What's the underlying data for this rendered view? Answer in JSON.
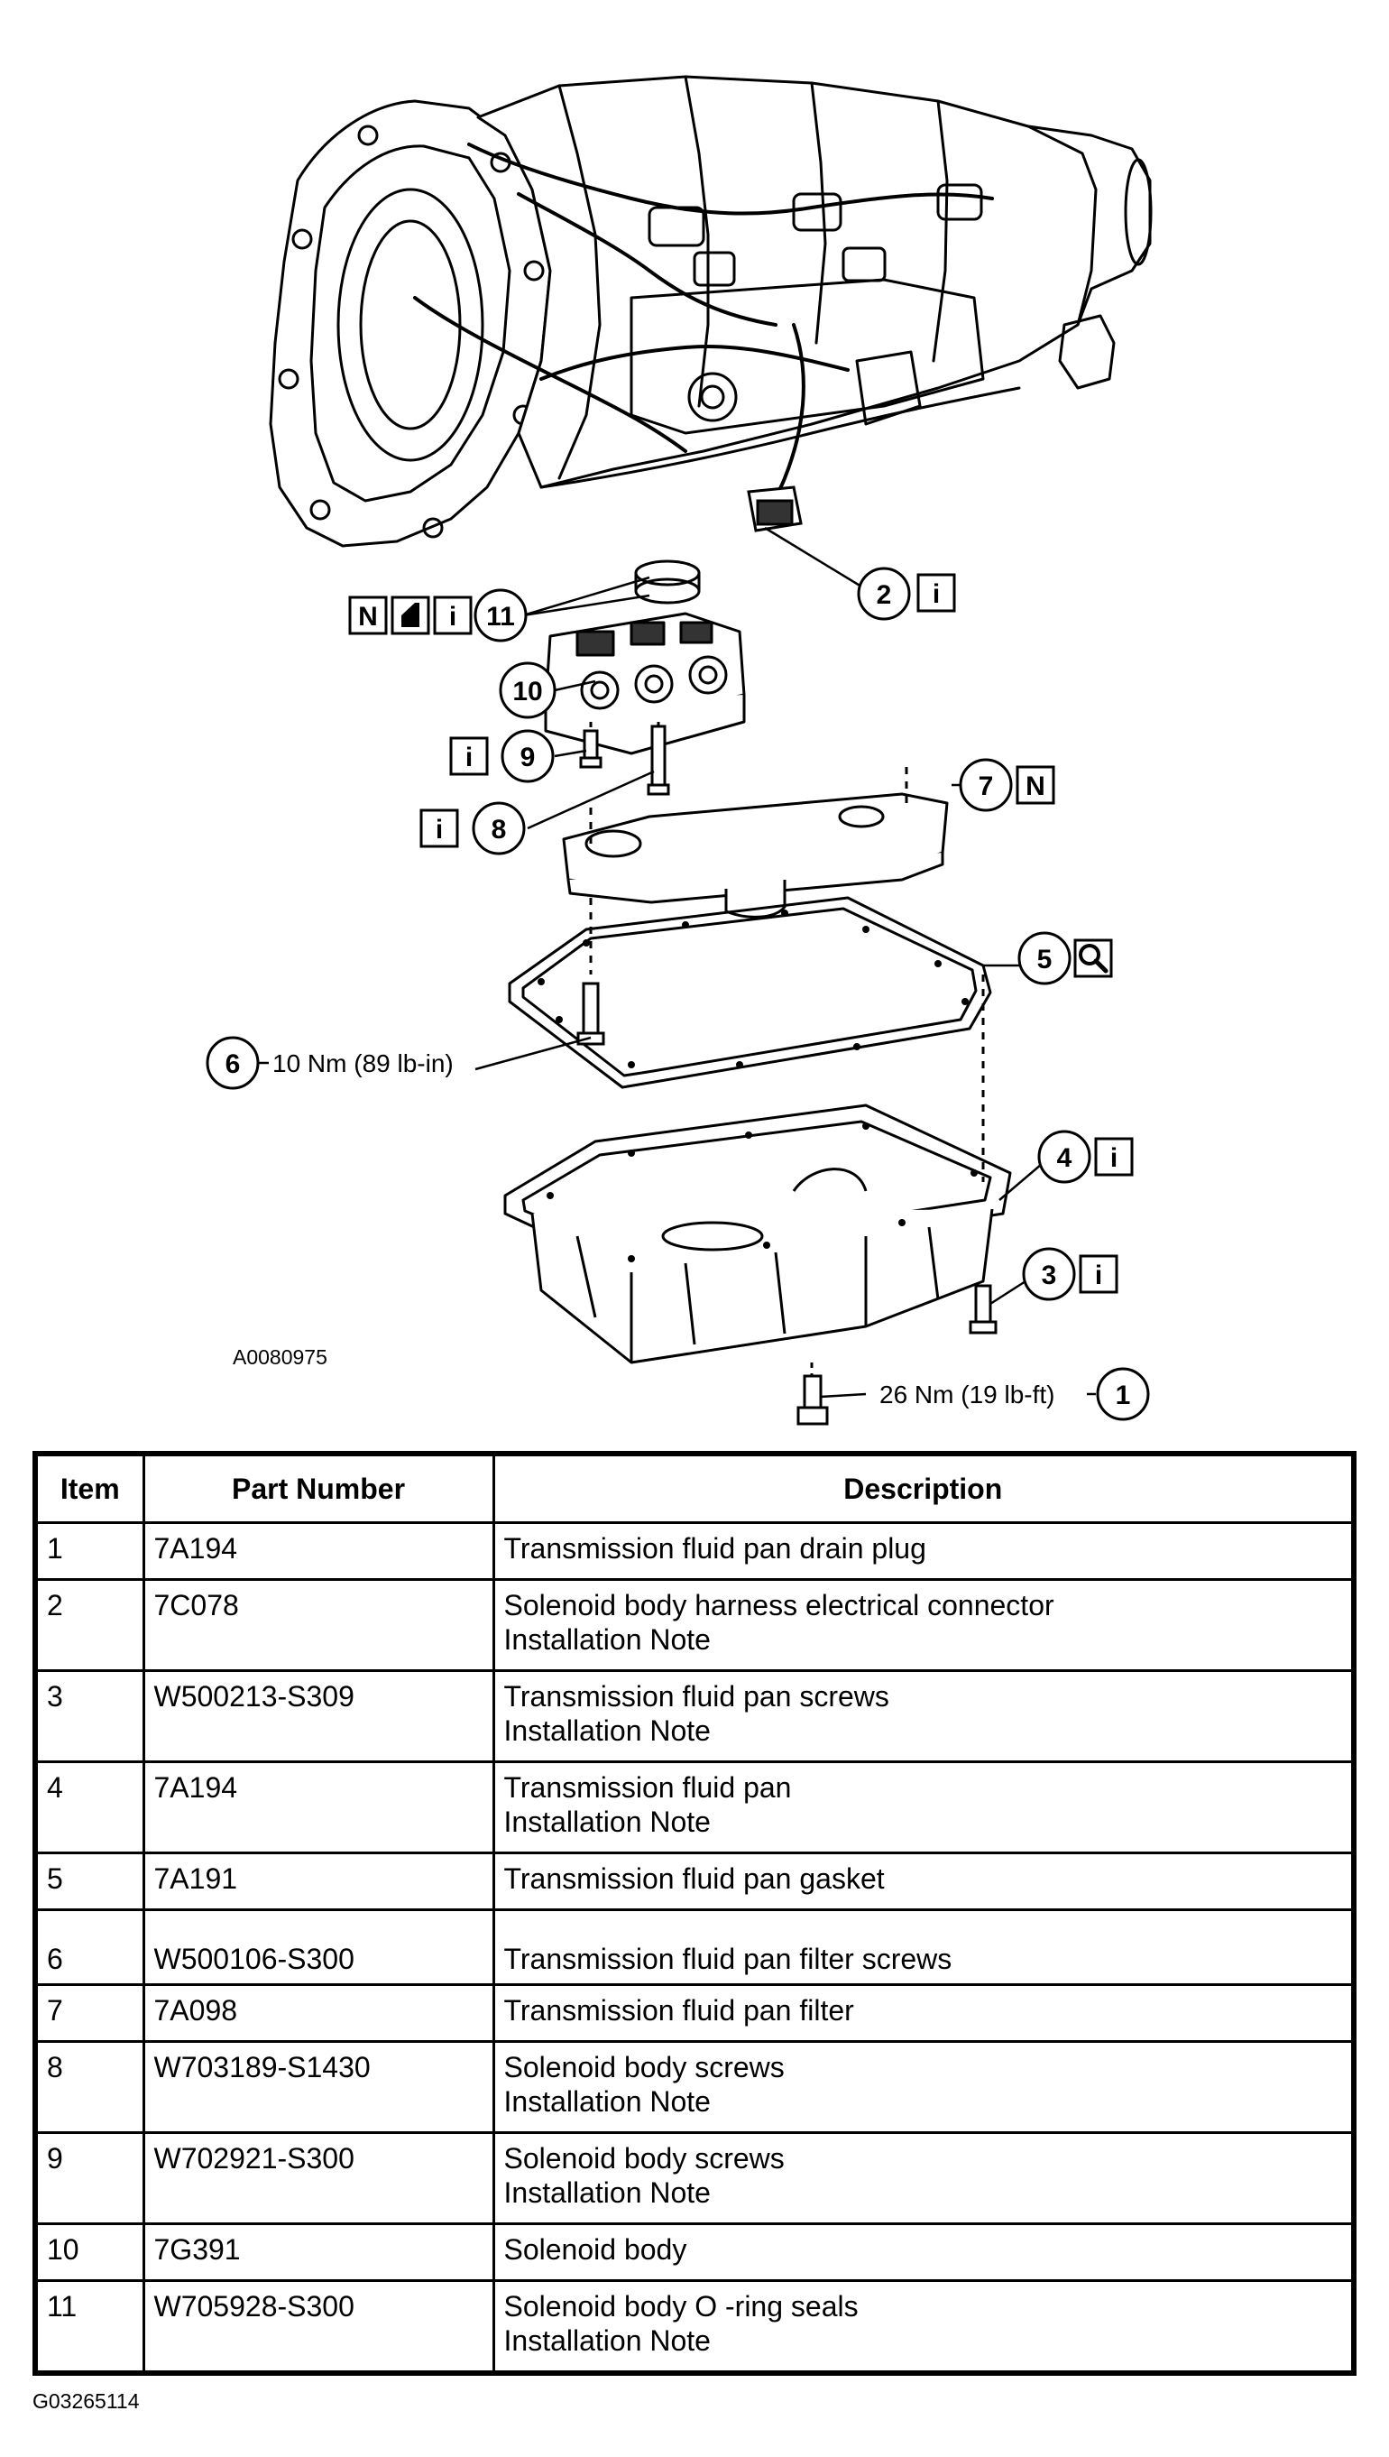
{
  "diagram": {
    "figure_code": "A0080975",
    "callouts": [
      {
        "num": "1",
        "torque": "26 Nm (19 lb-ft)",
        "icons": []
      },
      {
        "num": "2",
        "torque": "",
        "icons": [
          "i"
        ]
      },
      {
        "num": "3",
        "torque": "",
        "icons": [
          "i"
        ]
      },
      {
        "num": "4",
        "torque": "",
        "icons": [
          "i"
        ]
      },
      {
        "num": "5",
        "torque": "",
        "icons": [
          "magnifier"
        ]
      },
      {
        "num": "6",
        "torque": "10 Nm (89 lb-in)",
        "icons": []
      },
      {
        "num": "7",
        "torque": "",
        "icons": [
          "N"
        ]
      },
      {
        "num": "8",
        "torque": "",
        "icons": [
          "i"
        ]
      },
      {
        "num": "9",
        "torque": "",
        "icons": [
          "i"
        ]
      },
      {
        "num": "10",
        "torque": "",
        "icons": []
      },
      {
        "num": "11",
        "torque": "",
        "icons": [
          "N",
          "lubricant",
          "i"
        ]
      }
    ],
    "icon_labels": {
      "N": "N",
      "i": "i"
    }
  },
  "table": {
    "headers": [
      "Item",
      "Part Number",
      "Description"
    ],
    "rows": [
      {
        "item": "1",
        "part": "7A194",
        "desc": [
          "Transmission fluid pan drain plug"
        ]
      },
      {
        "item": "2",
        "part": "7C078",
        "desc": [
          "Solenoid body harness electrical connector",
          "Installation Note"
        ]
      },
      {
        "item": "3",
        "part": "W500213-S309",
        "desc": [
          "Transmission fluid pan screws",
          "Installation Note"
        ]
      },
      {
        "item": "4",
        "part": "7A194",
        "desc": [
          "Transmission fluid pan",
          "Installation Note"
        ]
      },
      {
        "item": "5",
        "part": "7A191",
        "desc": [
          "Transmission fluid pan gasket"
        ]
      },
      {
        "item": "6",
        "part": "W500106-S300",
        "desc": [
          "Transmission fluid pan filter screws"
        ]
      },
      {
        "item": "7",
        "part": "7A098",
        "desc": [
          "Transmission fluid pan filter"
        ]
      },
      {
        "item": "8",
        "part": "W703189-S1430",
        "desc": [
          "Solenoid body screws",
          "Installation Note"
        ]
      },
      {
        "item": "9",
        "part": "W702921-S300",
        "desc": [
          "Solenoid body screws",
          "Installation Note"
        ]
      },
      {
        "item": "10",
        "part": "7G391",
        "desc": [
          "Solenoid body"
        ]
      },
      {
        "item": "11",
        "part": "W705928-S300",
        "desc": [
          "Solenoid body O -ring seals",
          "Installation Note"
        ]
      }
    ]
  },
  "footer_code": "G03265114"
}
